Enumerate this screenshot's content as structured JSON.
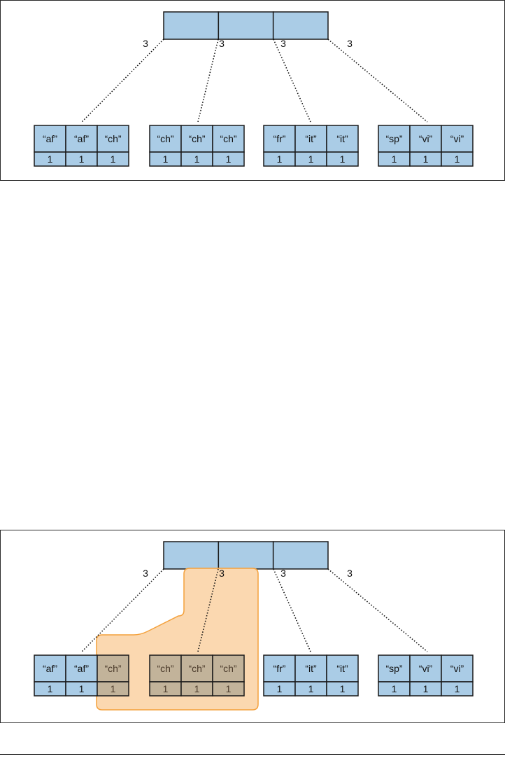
{
  "colors": {
    "cell_fill": "#aacce6",
    "cell_stroke": "#1a1a1a",
    "highlight_fill": "#fbd8b0",
    "highlight_stroke": "#f4a13c",
    "highlighted_cell_fill": "#c2b39a",
    "highlighted_text": "#4a3a2a"
  },
  "root_node": {
    "edge_counts": [
      "3",
      "3",
      "3",
      "3"
    ]
  },
  "leaf_nodes": [
    {
      "keys": [
        "“af”",
        "“af”",
        "“ch”"
      ],
      "counts": [
        "1",
        "1",
        "1"
      ]
    },
    {
      "keys": [
        "“ch”",
        "“ch”",
        "“ch”"
      ],
      "counts": [
        "1",
        "1",
        "1"
      ]
    },
    {
      "keys": [
        "“fr”",
        "“it”",
        "“it”"
      ],
      "counts": [
        "1",
        "1",
        "1"
      ]
    },
    {
      "keys": [
        "“sp”",
        "“vi”",
        "“vi”"
      ],
      "counts": [
        "1",
        "1",
        "1"
      ]
    }
  ],
  "panels": [
    {
      "id": "panel-1",
      "highlight": false
    },
    {
      "id": "panel-2",
      "highlight": true,
      "highlighted_leaf_cells": [
        [
          0,
          2
        ],
        [
          1,
          0
        ],
        [
          1,
          1
        ],
        [
          1,
          2
        ]
      ]
    }
  ]
}
